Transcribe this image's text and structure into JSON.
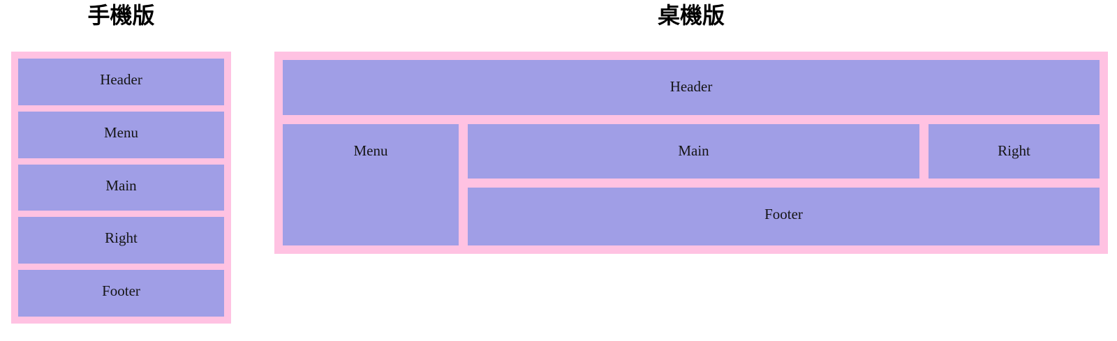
{
  "colors": {
    "page-bg": "#ffffff",
    "container-pink": "#ffc2e2",
    "box-purple": "#a09ee6",
    "title-color": "#000000",
    "label-color": "#151515"
  },
  "mobile": {
    "title": "手機版",
    "boxes": [
      {
        "label": "Header"
      },
      {
        "label": "Menu"
      },
      {
        "label": "Main"
      },
      {
        "label": "Right"
      },
      {
        "label": "Footer"
      }
    ]
  },
  "desktop": {
    "title": "桌機版",
    "areas": {
      "header": {
        "label": "Header"
      },
      "menu": {
        "label": "Menu"
      },
      "main": {
        "label": "Main"
      },
      "right": {
        "label": "Right"
      },
      "footer": {
        "label": "Footer"
      }
    }
  }
}
